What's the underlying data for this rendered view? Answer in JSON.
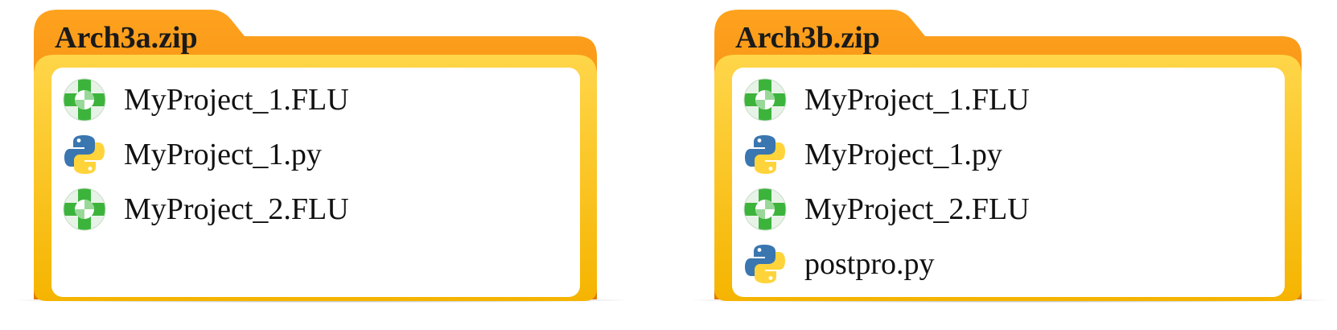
{
  "diagram": {
    "colors": {
      "folder_back": "#f08c00",
      "folder_front": "#ffc31e",
      "folder_front_light": "#ffd24a",
      "panel": "#ffffff",
      "flu_icon": "#3cb43c",
      "python_blue": "#3a76b0",
      "python_yellow": "#ffd43b"
    },
    "folders": [
      {
        "title": "Arch3a.zip",
        "files": [
          {
            "name": "MyProject_1.FLU",
            "icon": "flu-icon"
          },
          {
            "name": "MyProject_1.py",
            "icon": "python-icon"
          },
          {
            "name": "MyProject_2.FLU",
            "icon": "flu-icon"
          }
        ]
      },
      {
        "title": "Arch3b.zip",
        "files": [
          {
            "name": "MyProject_1.FLU",
            "icon": "flu-icon"
          },
          {
            "name": "MyProject_1.py",
            "icon": "python-icon"
          },
          {
            "name": "MyProject_2.FLU",
            "icon": "flu-icon"
          },
          {
            "name": "postpro.py",
            "icon": "python-icon"
          }
        ]
      }
    ]
  }
}
